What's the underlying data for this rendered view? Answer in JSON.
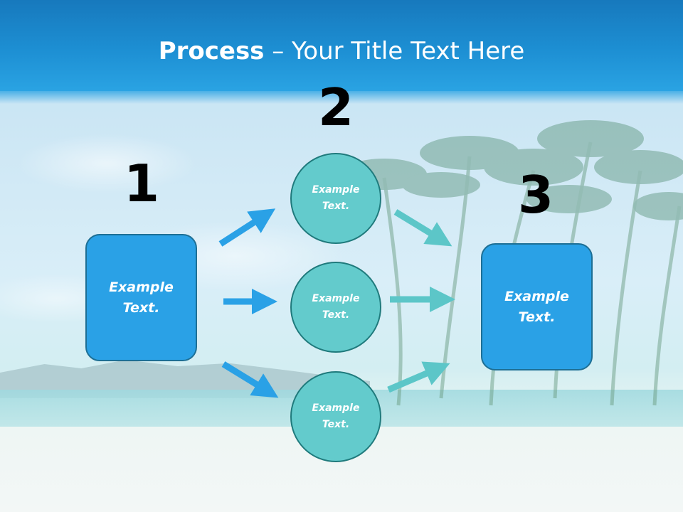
{
  "title": {
    "bold": "Process",
    "rest": " – Your Title Text Here"
  },
  "steps": [
    {
      "number": "1",
      "label": "Example Text."
    },
    {
      "number": "2",
      "items": [
        "Example Text.",
        "Example Text.",
        "Example Text."
      ]
    },
    {
      "number": "3",
      "label": "Example Text."
    }
  ],
  "colors": {
    "header": "#1d8fd3",
    "box_fill": "#2aa1e6",
    "circle_fill": "#63cbcc",
    "arrow_blue": "#2aa1e6",
    "arrow_teal": "#5cc6c8"
  }
}
